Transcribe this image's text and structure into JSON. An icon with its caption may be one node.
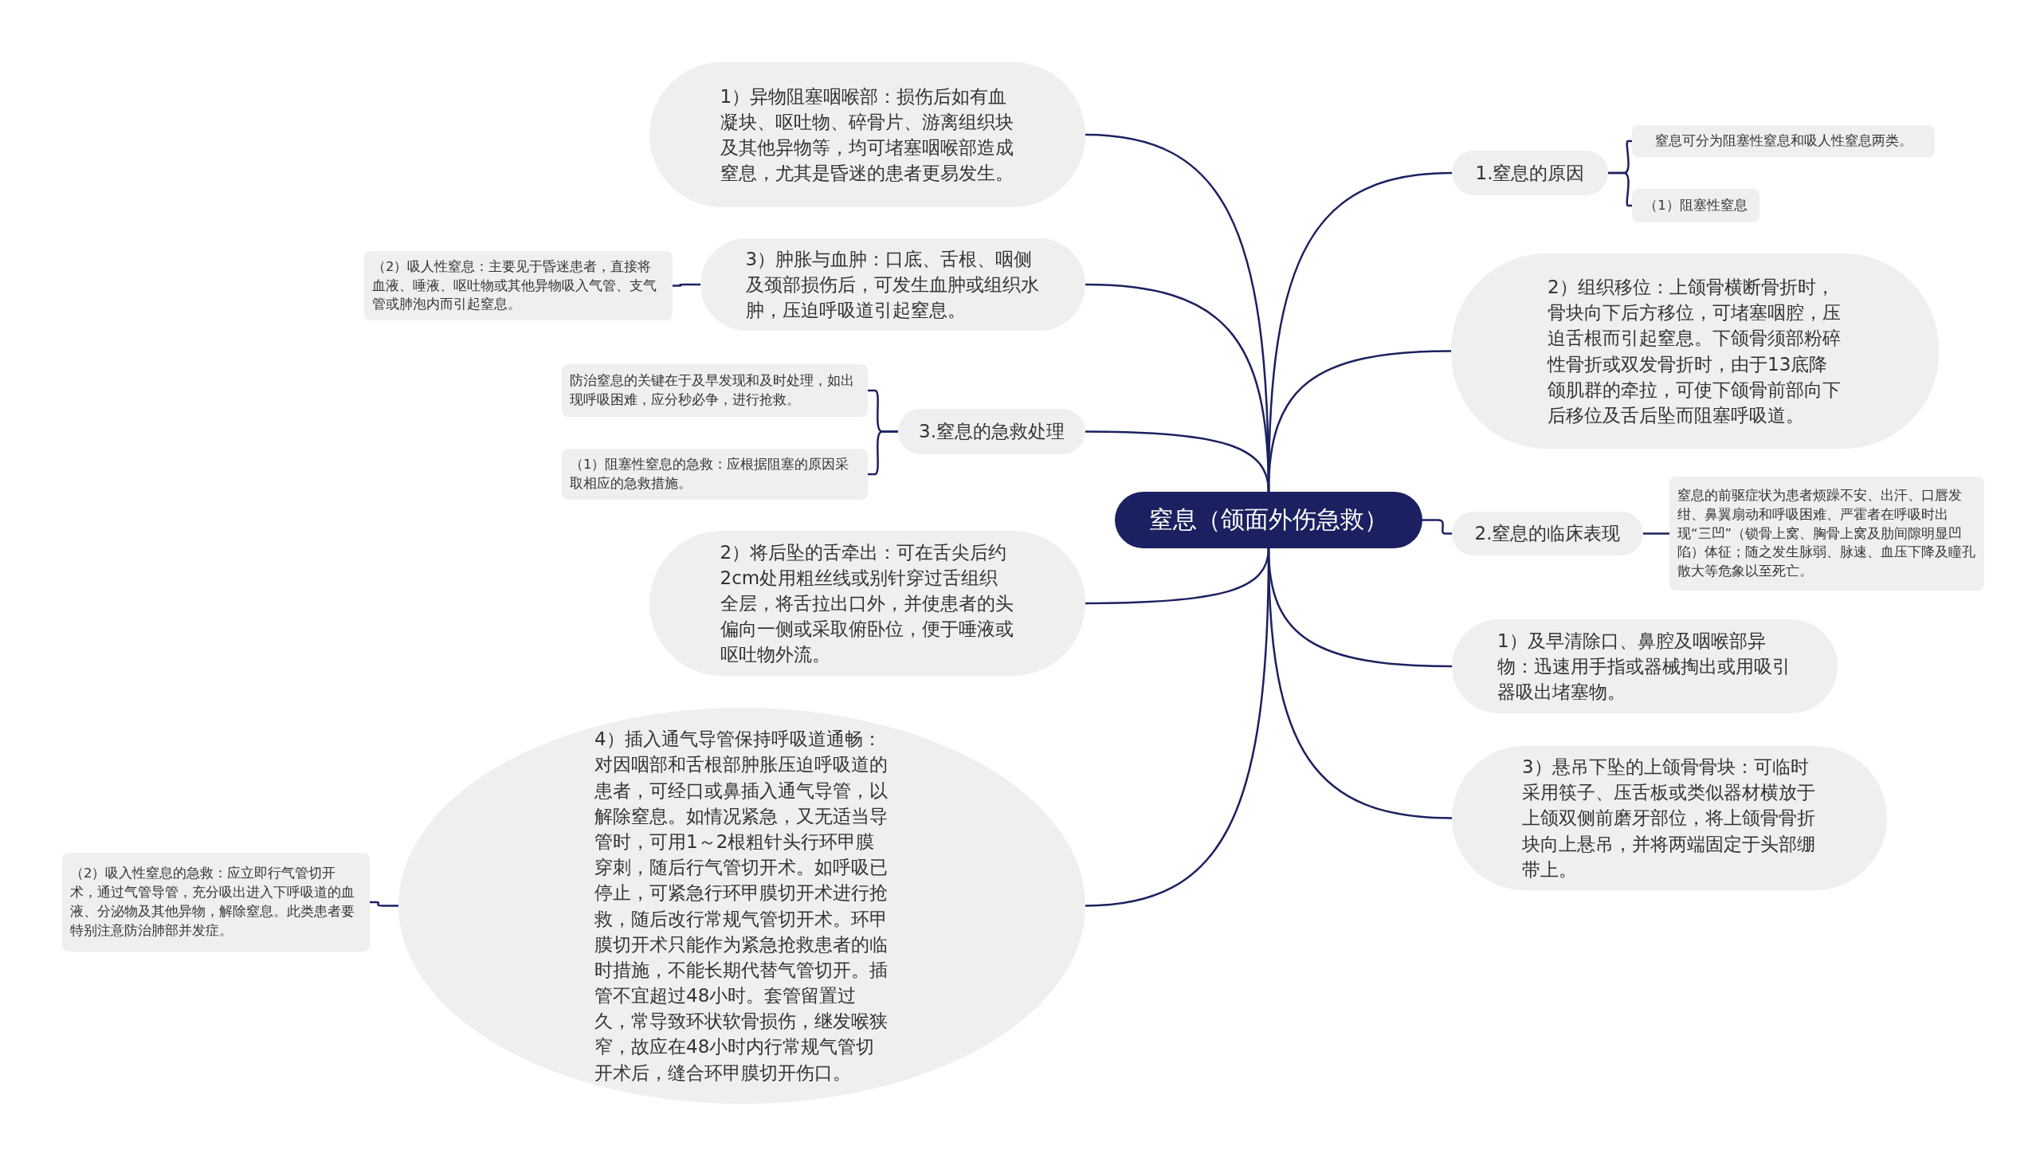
{
  "diagram": {
    "nodes": [
      {
        "text": [
          "窒息（颌面外伤急救）"
        ]
      },
      {
        "text": [
          "1.窒息的原因"
        ]
      },
      {
        "text": [
          "窒息可分为阻塞性窒息和吸人性窒息两类。"
        ]
      },
      {
        "text": [
          "（1）阻塞性窒息"
        ]
      },
      {
        "text": [
          "2）组织移位：上颌骨横断骨折时，骨块向下后方移位，可堵塞咽腔，压迫舌根而引起窒息。下颌骨须部粉碎性骨折或双发骨折时，由于13底降颌肌群的牵拉，可使下颌骨前部向下后移位及舌后坠而阻塞呼吸道。"
        ]
      },
      {
        "text": [
          "2.窒息的临床表现"
        ]
      },
      {
        "text": [
          "窒息的前驱症状为患者烦躁不安、出汗、口唇发绀、鼻翼扇动和呼吸困难、严霍者在呼吸时出现“三凹”（锁骨上窝、胸骨上窝及肋间隙明显凹陷）体征；随之发生脉弱、脉速、血压下降及瞳孔散大等危象以至死亡。"
        ]
      },
      {
        "text": [
          "1）及早清除口、鼻腔及咽喉部异物：迅速用手指或器械掏出或用吸引器吸出堵塞物。"
        ]
      },
      {
        "text": [
          "3）悬吊下坠的上颌骨骨块：可临时采用筷子、压舌板或类似器材横放于上颌双侧前磨牙部位，将上颌骨骨折块向上悬吊，并将两端固定于头部绷带上。"
        ]
      },
      {
        "text": [
          "1）异物阻塞咽喉部：损伤后如有血凝块、呕吐物、碎骨片、游离组织块及其他异物等，均可堵塞咽喉部造成窒息，尤其是昏迷的患者更易发生。"
        ]
      },
      {
        "text": [
          "3）肿胀与血肿：口底、舌根、咽侧及颈部损伤后，可发生血肿或组织水肿，压迫呼吸道引起窒息。"
        ]
      },
      {
        "text": [
          "（2）吸人性窒息：主要见于昏迷患者，直接将血液、唾液、呕吐物或其他异物吸入气管、支气管或肺泡内而引起窒息。"
        ]
      },
      {
        "text": [
          "3.窒息的急救处理"
        ]
      },
      {
        "text": [
          "防治窒息的关键在于及早发现和及时处理，如出现呼吸困难，应分秒必争，进行抢救。"
        ]
      },
      {
        "text": [
          "（1）阻塞性窒息的急救：应根据阻塞的原因采取相应的急救措施。"
        ]
      },
      {
        "text": [
          "2）将后坠的舌牵出：可在舌尖后约2cm处用粗丝线或别针穿过舌组织全层，将舌拉出口外，并使患者的头偏向一侧或采取俯卧位，便于唾液或呕吐物外流。"
        ]
      },
      {
        "text": [
          "4）插入通气导管保持呼吸道通畅：对因咽部和舌根部肿胀压迫呼吸道的患者，可经口或鼻插入通气导管，以解除窒息。如情况紧急，又无适当导管时，可用1～2根粗针头行环甲膜穿刺，随后行气管切开术。如呼吸已停止，可紧急行环甲膜切开术进行抢救，随后改行常规气管切开术。环甲膜切开术只能作为紧急抢救患者的临时措施，不能长期代替气管切开。插管不宜超过48小时。套管留置过久，常导致环状软骨损伤，继发喉狭窄，故应在48小时内行常规气管切开术后，缝合环甲膜切开伤口。"
        ]
      },
      {
        "text": [
          "（2）吸入性窒息的急救：应立即行气管切开术，通过气管导管，充分吸出进入下呼吸道的血液、分泌物及其他异物，解除窒息。此类患者要特别注意防治肺部并发症。"
        ]
      }
    ],
    "edges": [
      {
        "from": 0,
        "to": 1,
        "arrow": "none"
      },
      {
        "from": 1,
        "to": 2,
        "arrow": "none"
      },
      {
        "from": 1,
        "to": 3,
        "arrow": "none"
      },
      {
        "from": 0,
        "to": 4,
        "arrow": "none"
      },
      {
        "from": 0,
        "to": 5,
        "arrow": "none"
      },
      {
        "from": 5,
        "to": 6,
        "arrow": "none"
      },
      {
        "from": 0,
        "to": 7,
        "arrow": "none"
      },
      {
        "from": 0,
        "to": 8,
        "arrow": "none"
      },
      {
        "from": 0,
        "to": 9,
        "arrow": "none"
      },
      {
        "from": 0,
        "to": 10,
        "arrow": "none"
      },
      {
        "from": 10,
        "to": 11,
        "arrow": "none"
      },
      {
        "from": 0,
        "to": 12,
        "arrow": "none"
      },
      {
        "from": 12,
        "to": 13,
        "arrow": "none"
      },
      {
        "from": 12,
        "to": 14,
        "arrow": "none"
      },
      {
        "from": 0,
        "to": 15,
        "arrow": "none"
      },
      {
        "from": 0,
        "to": 16,
        "arrow": "none"
      },
      {
        "from": 16,
        "to": 17,
        "arrow": "none"
      }
    ]
  }
}
